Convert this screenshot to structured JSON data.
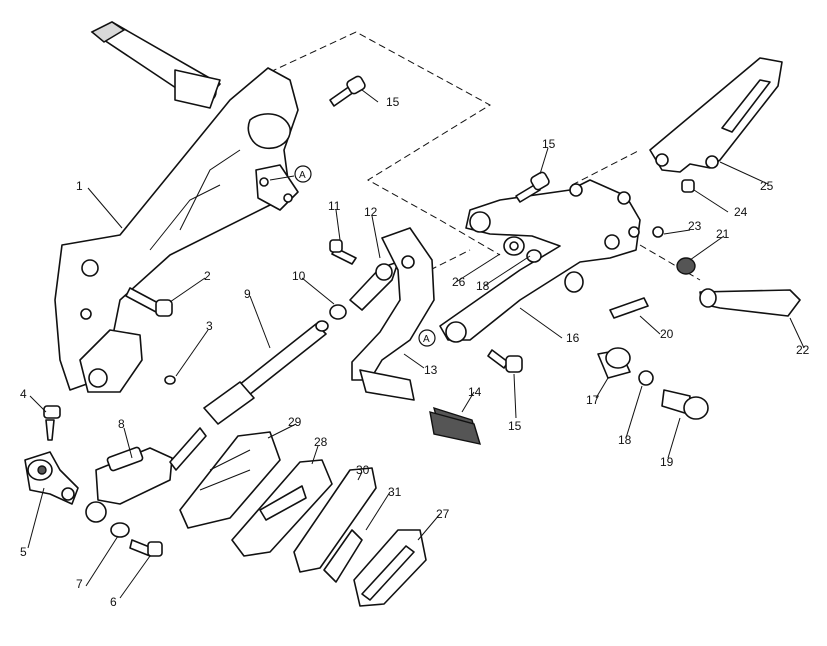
{
  "callouts": [
    {
      "id": "c1",
      "text": "1"
    },
    {
      "id": "c2",
      "text": "2"
    },
    {
      "id": "c3",
      "text": "3"
    },
    {
      "id": "c4",
      "text": "4"
    },
    {
      "id": "c5",
      "text": "5"
    },
    {
      "id": "c6",
      "text": "6"
    },
    {
      "id": "c7",
      "text": "7"
    },
    {
      "id": "c8",
      "text": "8"
    },
    {
      "id": "c9",
      "text": "9"
    },
    {
      "id": "c10",
      "text": "10"
    },
    {
      "id": "c11",
      "text": "11"
    },
    {
      "id": "c12",
      "text": "12"
    },
    {
      "id": "c13",
      "text": "13"
    },
    {
      "id": "c14",
      "text": "14"
    },
    {
      "id": "c15a",
      "text": "15"
    },
    {
      "id": "c15b",
      "text": "15"
    },
    {
      "id": "c15c",
      "text": "15"
    },
    {
      "id": "c16",
      "text": "16"
    },
    {
      "id": "c17",
      "text": "17"
    },
    {
      "id": "c18a",
      "text": "18"
    },
    {
      "id": "c18b",
      "text": "18"
    },
    {
      "id": "c19",
      "text": "19"
    },
    {
      "id": "c20",
      "text": "20"
    },
    {
      "id": "c21",
      "text": "21"
    },
    {
      "id": "c22",
      "text": "22"
    },
    {
      "id": "c23",
      "text": "23"
    },
    {
      "id": "c24",
      "text": "24"
    },
    {
      "id": "c25",
      "text": "25"
    },
    {
      "id": "c26",
      "text": "26"
    },
    {
      "id": "c27",
      "text": "27"
    },
    {
      "id": "c28",
      "text": "28"
    },
    {
      "id": "c29",
      "text": "29"
    },
    {
      "id": "c30",
      "text": "30"
    },
    {
      "id": "c31",
      "text": "31"
    }
  ],
  "reference_marks": [
    {
      "id": "refA1",
      "text": "A"
    },
    {
      "id": "refA2",
      "text": "A"
    }
  ]
}
